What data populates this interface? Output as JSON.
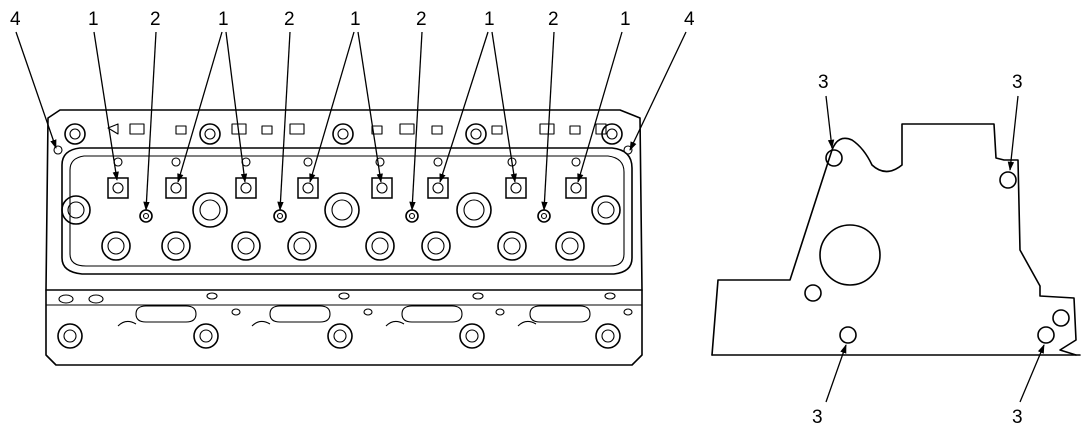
{
  "callouts": {
    "c1": "1",
    "c2": "2",
    "c3": "3",
    "c4": "4"
  },
  "colors": {
    "ink": "#000000",
    "background": "#ffffff"
  }
}
